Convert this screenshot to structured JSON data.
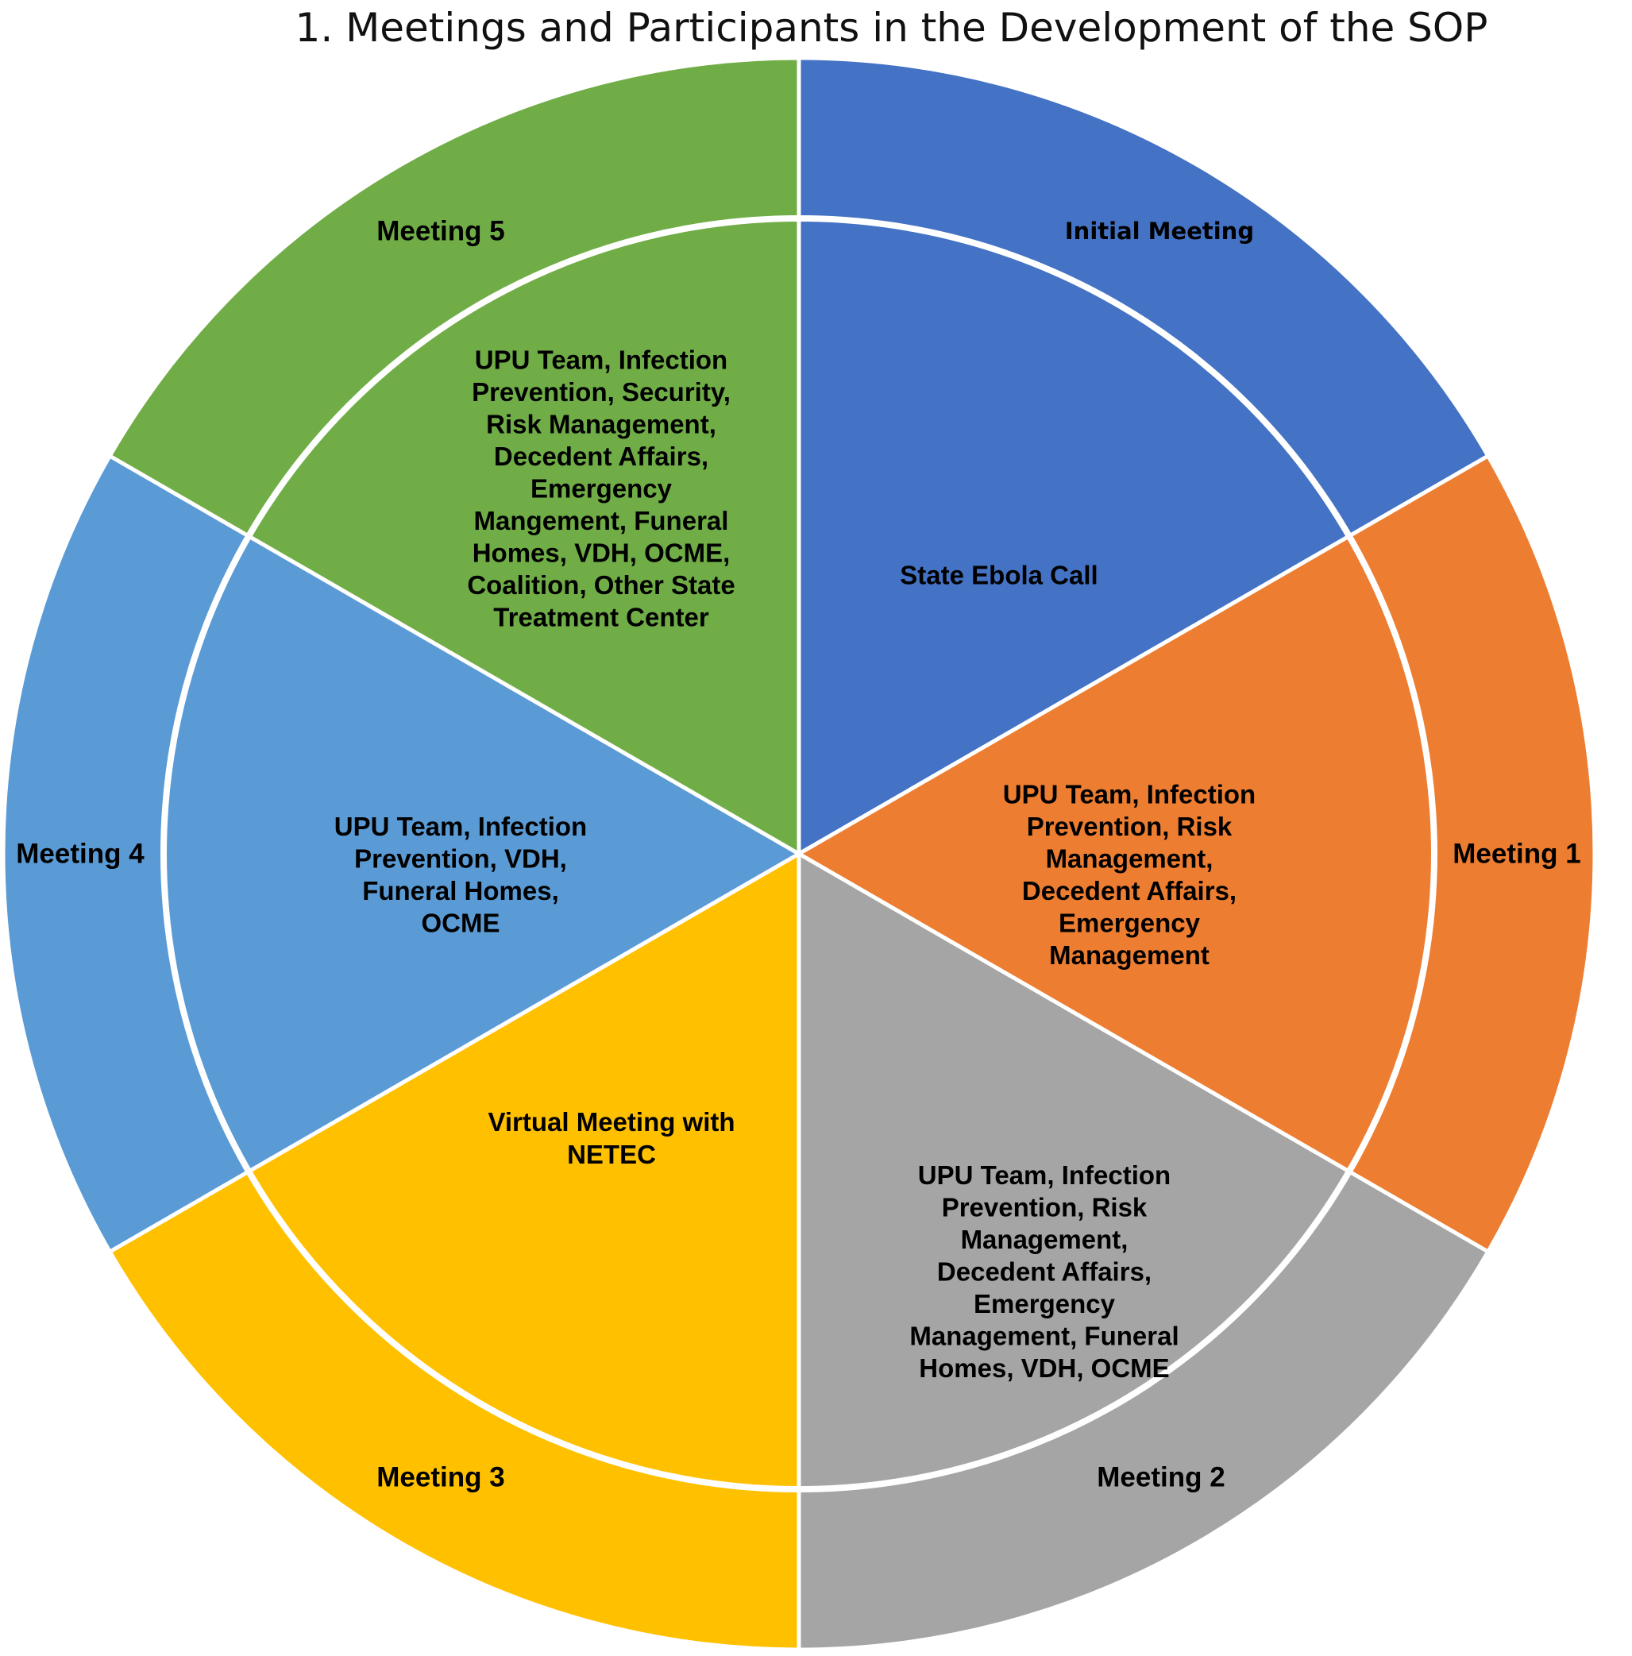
{
  "title": "1. Meetings and Participants in the Development of the SOP",
  "segments": [
    {
      "id": "initial-meeting",
      "meeting": "Initial Meeting",
      "participants": [
        "State Ebola Call"
      ],
      "color": "#4472C4"
    },
    {
      "id": "meeting-1",
      "meeting": "Meeting 1",
      "participants": [
        "UPU Team, Infection",
        "Prevention, Risk",
        "Management,",
        "Decedent Affairs,",
        "Emergency",
        "Management"
      ],
      "color": "#ED7D31"
    },
    {
      "id": "meeting-2",
      "meeting": "Meeting 2",
      "participants": [
        "UPU Team, Infection",
        "Prevention, Risk",
        "Management,",
        "Decedent Affairs,",
        "Emergency",
        "Management, Funeral",
        "Homes, VDH, OCME"
      ],
      "color": "#A5A5A5"
    },
    {
      "id": "meeting-3",
      "meeting": "Meeting 3",
      "participants": [
        "Virtual Meeting with",
        "NETEC"
      ],
      "color": "#FFC000"
    },
    {
      "id": "meeting-4",
      "meeting": "Meeting 4",
      "participants": [
        "UPU Team,  Infection",
        "Prevention, VDH,",
        "Funeral Homes,",
        "OCME"
      ],
      "color": "#5B9BD5"
    },
    {
      "id": "meeting-5",
      "meeting": "Meeting 5",
      "participants": [
        "UPU Team, Infection",
        "Prevention, Security,",
        "Risk Management,",
        "Decedent Affairs,",
        "Emergency",
        "Mangement, Funeral",
        "Homes, VDH, OCME,",
        "Coalition, Other State",
        "Treatment Center"
      ],
      "color": "#70AD47"
    }
  ]
}
